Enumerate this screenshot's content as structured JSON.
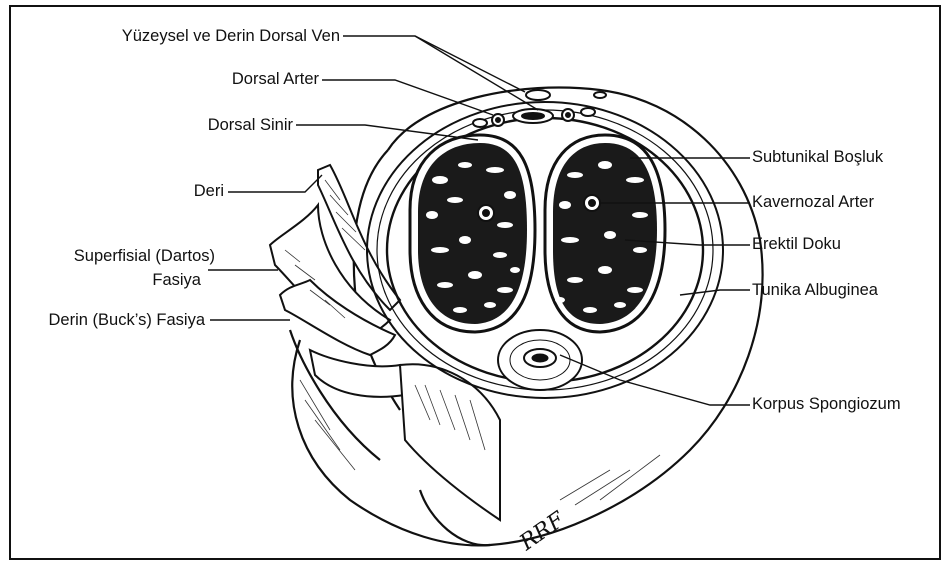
{
  "labels": {
    "superficial_deep_dorsal_vein": "Yüzeysel ve Derin Dorsal Ven",
    "dorsal_artery": "Dorsal Arter",
    "dorsal_nerve": "Dorsal Sinir",
    "skin": "Deri",
    "superficial_fascia_line1": "Superfisial (Dartos)",
    "superficial_fascia_line2": "Fasiya",
    "deep_fascia": "Derin (Buck’s) Fasiya",
    "subtunical_space": "Subtunikal Boşluk",
    "cavernosal_artery": "Kavernozal Arter",
    "erectile_tissue": "Erektil Doku",
    "tunica_albuginea": "Tunika Albuginea",
    "corpus_spongiosum": "Korpus Spongiozum"
  },
  "signature": "RRF",
  "colors": {
    "ink": "#111111",
    "paper": "#ffffff",
    "tissue": "#1a1a1a"
  }
}
